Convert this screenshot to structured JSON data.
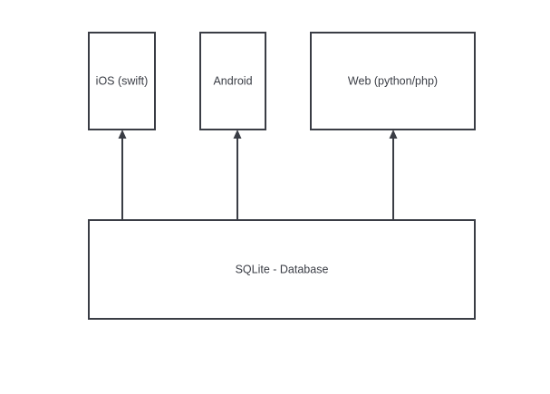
{
  "diagram": {
    "colors": {
      "stroke": "#3a3d45",
      "text": "#3a3d45",
      "fill": "#ffffff",
      "background": "#ffffff"
    },
    "nodes": {
      "ios": {
        "label": "iOS (swift)"
      },
      "android": {
        "label": "Android"
      },
      "web": {
        "label": "Web (python/php)"
      },
      "db": {
        "label": "SQLite - Database"
      }
    },
    "edges": [
      {
        "from": "db",
        "to": "ios"
      },
      {
        "from": "db",
        "to": "android"
      },
      {
        "from": "db",
        "to": "web"
      }
    ]
  }
}
